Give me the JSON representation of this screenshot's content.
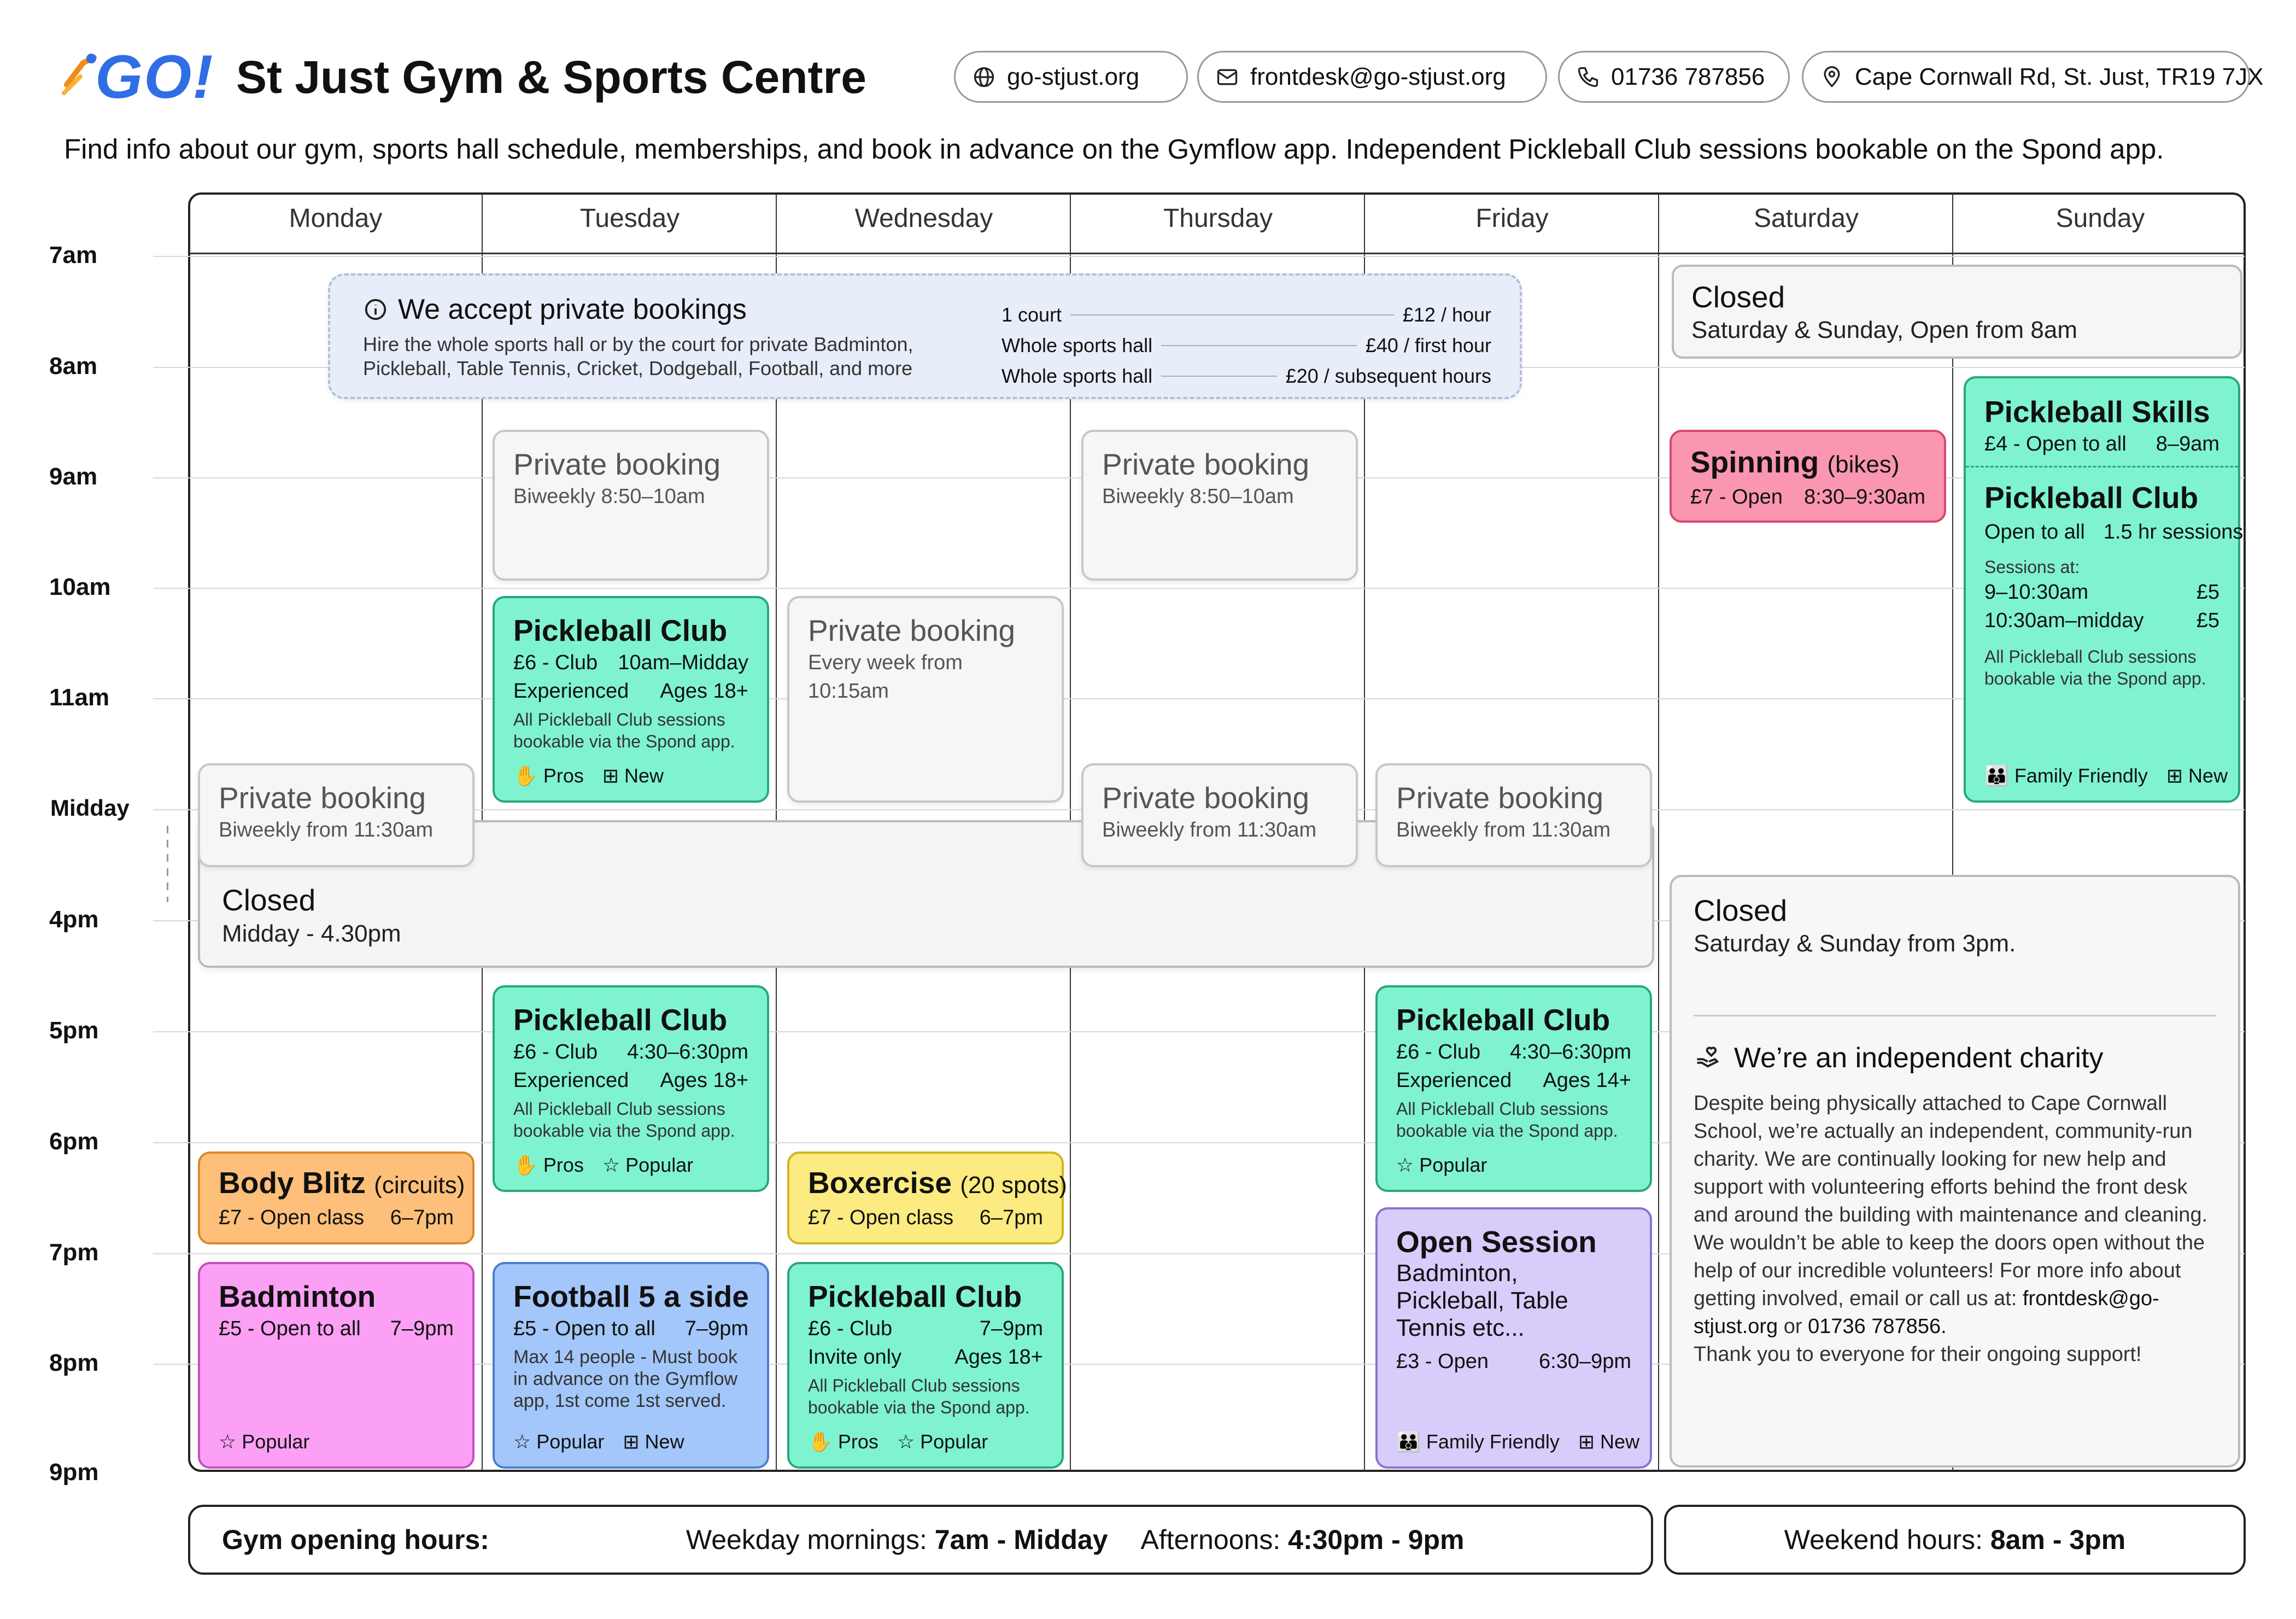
{
  "header": {
    "logo_text": "GO!",
    "title": "St Just Gym & Sports Centre",
    "contacts": [
      {
        "icon": "globe-icon",
        "text": "go-stjust.org"
      },
      {
        "icon": "mail-icon",
        "text": "frontdesk@go-stjust.org"
      },
      {
        "icon": "phone-icon",
        "text": "01736 787856"
      },
      {
        "icon": "location-pin-icon",
        "text": "Cape Cornwall Rd, St. Just, TR19 7JX"
      }
    ],
    "intro": "Find info about our gym, sports hall schedule, memberships, and book in advance on the Gymflow app. Independent Pickleball Club sessions bookable on the Spond app."
  },
  "days": [
    "Monday",
    "Tuesday",
    "Wednesday",
    "Thursday",
    "Friday",
    "Saturday",
    "Sunday"
  ],
  "times": [
    "7am",
    "8am",
    "9am",
    "10am",
    "11am",
    "Midday",
    "4pm",
    "5pm",
    "6pm",
    "7pm",
    "8pm",
    "9pm"
  ],
  "private_bookings_info": {
    "title": "We accept private bookings",
    "description": "Hire the whole sports hall or by the court for private Badminton, Pickleball, Table Tennis, Cricket, Dodgeball, Football, and more",
    "prices": [
      {
        "item": "1 court",
        "price": "£12 / hour"
      },
      {
        "item": "Whole sports hall",
        "price": "£40 / first hour"
      },
      {
        "item": "Whole sports hall",
        "price": "£20 / subsequent hours"
      }
    ]
  },
  "closed_weekend_morning": {
    "title": "Closed",
    "subtitle": "Saturday & Sunday, Open from 8am"
  },
  "closed_midday": {
    "title": "Closed",
    "subtitle": "Midday - 4.30pm"
  },
  "sessions": {
    "tue_private": {
      "title": "Private booking",
      "subtitle": "Biweekly 8:50–10am"
    },
    "thu_private_am": {
      "title": "Private booking",
      "subtitle": "Biweekly 8:50–10am"
    },
    "wed_private": {
      "title": "Private booking",
      "subtitle": "Every week from 10:15am"
    },
    "mon_private": {
      "title": "Private booking",
      "subtitle": "Biweekly from 11:30am"
    },
    "thu_private_mid": {
      "title": "Private booking",
      "subtitle": "Biweekly from 11:30am"
    },
    "fri_private": {
      "title": "Private booking",
      "subtitle": "Biweekly from 11:30am"
    },
    "tue_pickle_am": {
      "title": "Pickleball Club",
      "price": "£6 - Club",
      "time": "10am–Midday",
      "level": "Experienced",
      "ages": "Ages 18+",
      "note": "All Pickleball Club sessions bookable via the Spond app.",
      "tags": [
        "Pros",
        "New"
      ]
    },
    "sat_spinning": {
      "title": "Spinning",
      "title_extra": "(bikes)",
      "price": "£7 - Open",
      "time": "8:30–9:30am"
    },
    "sun_skills": {
      "title": "Pickleball Skills",
      "price": "£4 - Open to all",
      "time": "8–9am"
    },
    "sun_club": {
      "title": "Pickleball Club",
      "access": "Open to all",
      "duration": "1.5 hr sessions",
      "sessions_label": "Sessions at:",
      "slots": [
        {
          "time": "9–10:30am",
          "price": "£5"
        },
        {
          "time": "10:30am–midday",
          "price": "£5"
        }
      ],
      "note": "All Pickleball Club sessions bookable via the Spond app.",
      "tags": [
        "Family Friendly",
        "New"
      ]
    },
    "tue_pickle_pm": {
      "title": "Pickleball Club",
      "price": "£6 - Club",
      "time": "4:30–6:30pm",
      "level": "Experienced",
      "ages": "Ages 18+",
      "note": "All Pickleball Club sessions bookable via the Spond app.",
      "tags": [
        "Pros",
        "Popular"
      ]
    },
    "fri_pickle_pm": {
      "title": "Pickleball Club",
      "price": "£6 - Club",
      "time": "4:30–6:30pm",
      "level": "Experienced",
      "ages": "Ages 14+",
      "note": "All Pickleball Club sessions bookable via the Spond app.",
      "tags": [
        "Popular"
      ]
    },
    "mon_bodyblitz": {
      "title": "Body Blitz",
      "title_extra": "(circuits)",
      "price": "£7 - Open class",
      "time": "6–7pm"
    },
    "wed_boxercise": {
      "title": "Boxercise",
      "title_extra": "(20 spots)",
      "price": "£7 - Open class",
      "time": "6–7pm"
    },
    "mon_badminton": {
      "title": "Badminton",
      "price": "£5 - Open to all",
      "time": "7–9pm",
      "tags": [
        "Popular"
      ]
    },
    "tue_football": {
      "title": "Football 5 a side",
      "price": "£5 - Open to all",
      "time": "7–9pm",
      "note": "Max 14 people - Must book in advance on the Gymflow app, 1st come 1st served.",
      "tags": [
        "Popular",
        "New"
      ]
    },
    "wed_pickle_eve": {
      "title": "Pickleball Club",
      "price": "£6 - Club",
      "time": "7–9pm",
      "level": "Invite only",
      "ages": "Ages 18+",
      "note": "All Pickleball Club sessions bookable via the Spond app.",
      "tags": [
        "Pros",
        "Popular"
      ]
    },
    "fri_open": {
      "title": "Open Session",
      "subtitle": "Badminton, Pickleball, Table Tennis etc...",
      "price": "£3 - Open",
      "time": "6:30–9pm",
      "tags": [
        "Family Friendly",
        "New"
      ]
    }
  },
  "charity": {
    "closed_title": "Closed",
    "closed_subtitle": "Saturday & Sunday from 3pm.",
    "heading": "We’re an independent charity",
    "body": "Despite being physically attached to Cape Cornwall School, we’re actually an independent, community-run charity. We are continually looking for new help and support with volunteering efforts behind the front desk and around the building with maintenance and cleaning.  We wouldn’t be able to keep the doors open without the help of our incredible volunteers! For more info about getting involved, email or call us at:",
    "email": "frontdesk@go-stjust.org",
    "or": "or",
    "phone": "01736 787856.",
    "thanks": "Thank you to everyone for their ongoing support!"
  },
  "footer": {
    "label": "Gym opening hours:",
    "weekday_prefix": "Weekday mornings:",
    "weekday_value": "7am - Midday",
    "afternoon_prefix": "Afternoons:",
    "afternoon_value": "4:30pm - 9pm",
    "weekend_prefix": "Weekend hours:",
    "weekend_value": "8am - 3pm"
  }
}
